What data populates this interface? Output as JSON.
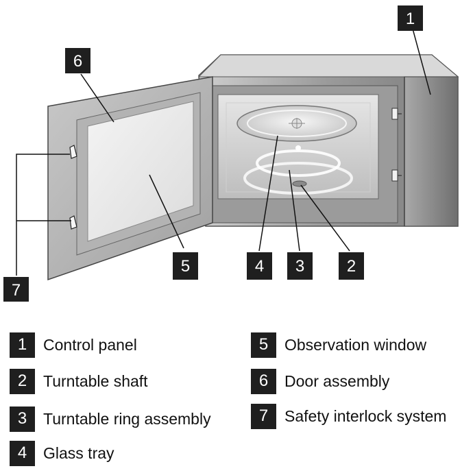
{
  "callouts": [
    {
      "number": "1"
    },
    {
      "number": "6"
    },
    {
      "number": "5"
    },
    {
      "number": "4"
    },
    {
      "number": "3"
    },
    {
      "number": "2"
    },
    {
      "number": "7"
    }
  ],
  "legend": [
    {
      "number": "1",
      "label": "Control panel"
    },
    {
      "number": "2",
      "label": "Turntable shaft"
    },
    {
      "number": "3",
      "label": "Turntable ring assembly"
    },
    {
      "number": "4",
      "label": "Glass tray"
    },
    {
      "number": "5",
      "label": "Observation window"
    },
    {
      "number": "6",
      "label": "Door assembly"
    },
    {
      "number": "7",
      "label": "Safety interlock system"
    }
  ]
}
